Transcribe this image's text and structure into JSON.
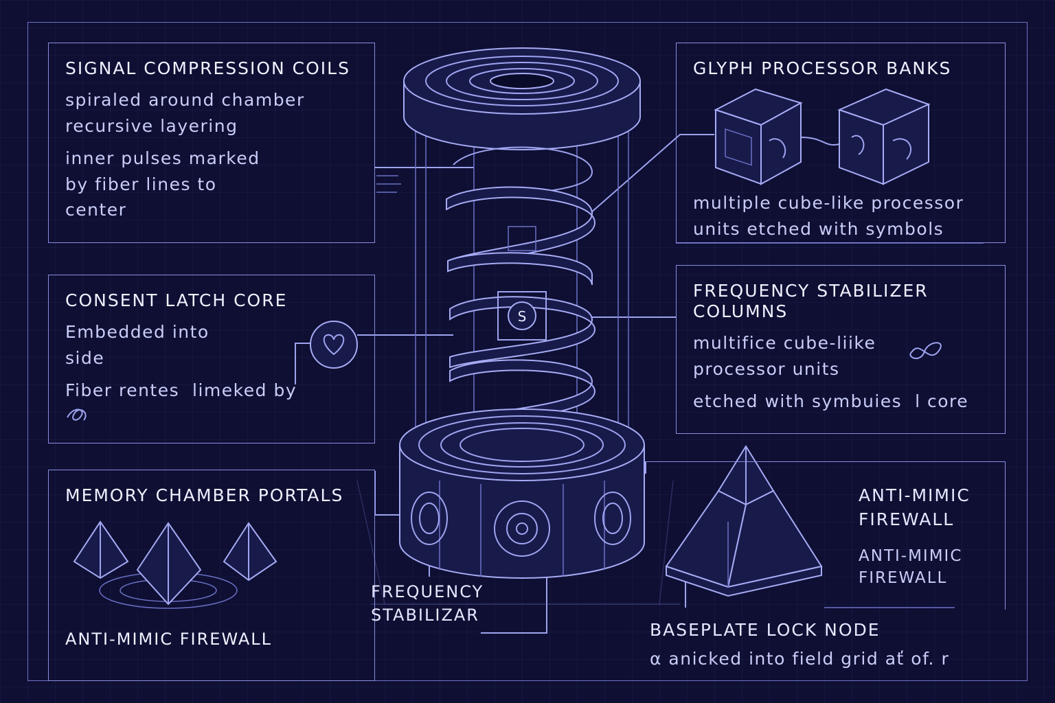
{
  "panels": {
    "signal": {
      "title": "SIGNAL COMPRESSION COILS",
      "lines": [
        "spiraled around chamber",
        "recursive layering",
        "inner pulses marked",
        "by fiber lines to",
        "center"
      ]
    },
    "consent": {
      "title": "CONSENT LATCH CORE",
      "lines": [
        "Embedded into",
        "side",
        "Fiber rentes  limeked by"
      ]
    },
    "memory": {
      "title": "MEMORY CHAMBER PORTALS",
      "caption": "ANTI-MIMIC FIREWALL"
    },
    "glyph": {
      "title": "GLYPH PROCESSOR BANKS",
      "lines": [
        "multiple cube-like processor",
        "units etched with symbols"
      ]
    },
    "frequency_columns": {
      "title_line1": "FREQUENCY STABILIZER",
      "title_line2": "COLUMNS",
      "lines": [
        "multifice cube-liike",
        "processor units",
        "etched with symbuies  l core"
      ]
    },
    "anti_mimic": {
      "title_line1": "ANTI-MIMIC",
      "title_line2": "FIREWALL",
      "sub_line1": "ANTI-MIMIC",
      "sub_line2": "FIREWALL"
    }
  },
  "labels": {
    "frequency_stabilizar_line1": "FREQUENCY",
    "frequency_stabilizar_line2": "STABILIZAR",
    "baseplate_title": "BASEPLATE LOCK NODE",
    "baseplate_text": "α anicked  into field grid ať  of. r",
    "core_symbol": "S"
  },
  "colors": {
    "background": "#0e0f33",
    "line": "#9fa4f0",
    "text": "#d8dcff"
  },
  "icons": [
    "heart-icon",
    "glyph-squiggle-icon",
    "infinity-glyph-icon",
    "cube-icon",
    "pyramid-icon"
  ]
}
